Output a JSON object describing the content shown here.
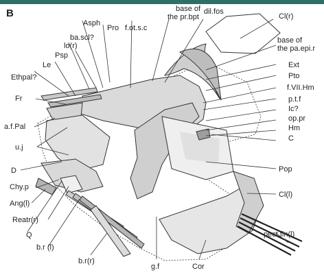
{
  "colors": {
    "top_bar": "#2f6f6a",
    "bone_fill": "#d6d6d6",
    "bone_dark": "#a9a9a9",
    "line": "#333333"
  },
  "panel_letter": "B",
  "labels": {
    "asph": "Asph",
    "pro": "Pro",
    "f_ot_s_c": "f.ot.s.c",
    "base_pr_bpt_1": "base of",
    "base_pr_bpt_2": "the pr.bpt",
    "dil_fos": "dil.fos",
    "cl_r": "Cl(r)",
    "ba_scl": "ba.scl?",
    "lo_r": "lo(r)",
    "psp": "Psp",
    "le": "Le",
    "ethpal": "Ethpal?",
    "fr": "Fr",
    "base_pa_epi_1": "base of",
    "base_pa_epi_2": "the pa.epi.r",
    "ext": "Ext",
    "pto": "Pto",
    "f_vii_hm": "f.VII.Hm",
    "p_t_f": "p.t.f",
    "ic": "Ic?",
    "op_pr": "op.pr",
    "hm": "Hm",
    "c": "C",
    "a_f_pal": "a.f.Pal",
    "u_j": "u.j",
    "d": "D",
    "pop": "Pop",
    "chy_p": "Chy.p",
    "ang_l": "Ang(l)",
    "cl_l": "Cl(l)",
    "reatr_r": "Reatr(r)",
    "q": "Q",
    "b_r_l": "b.r (l)",
    "pect_fin_l": "pect.fin(l)",
    "b_r_r": "b.r(r)",
    "g_f": "g.f",
    "cor": "Cor"
  }
}
